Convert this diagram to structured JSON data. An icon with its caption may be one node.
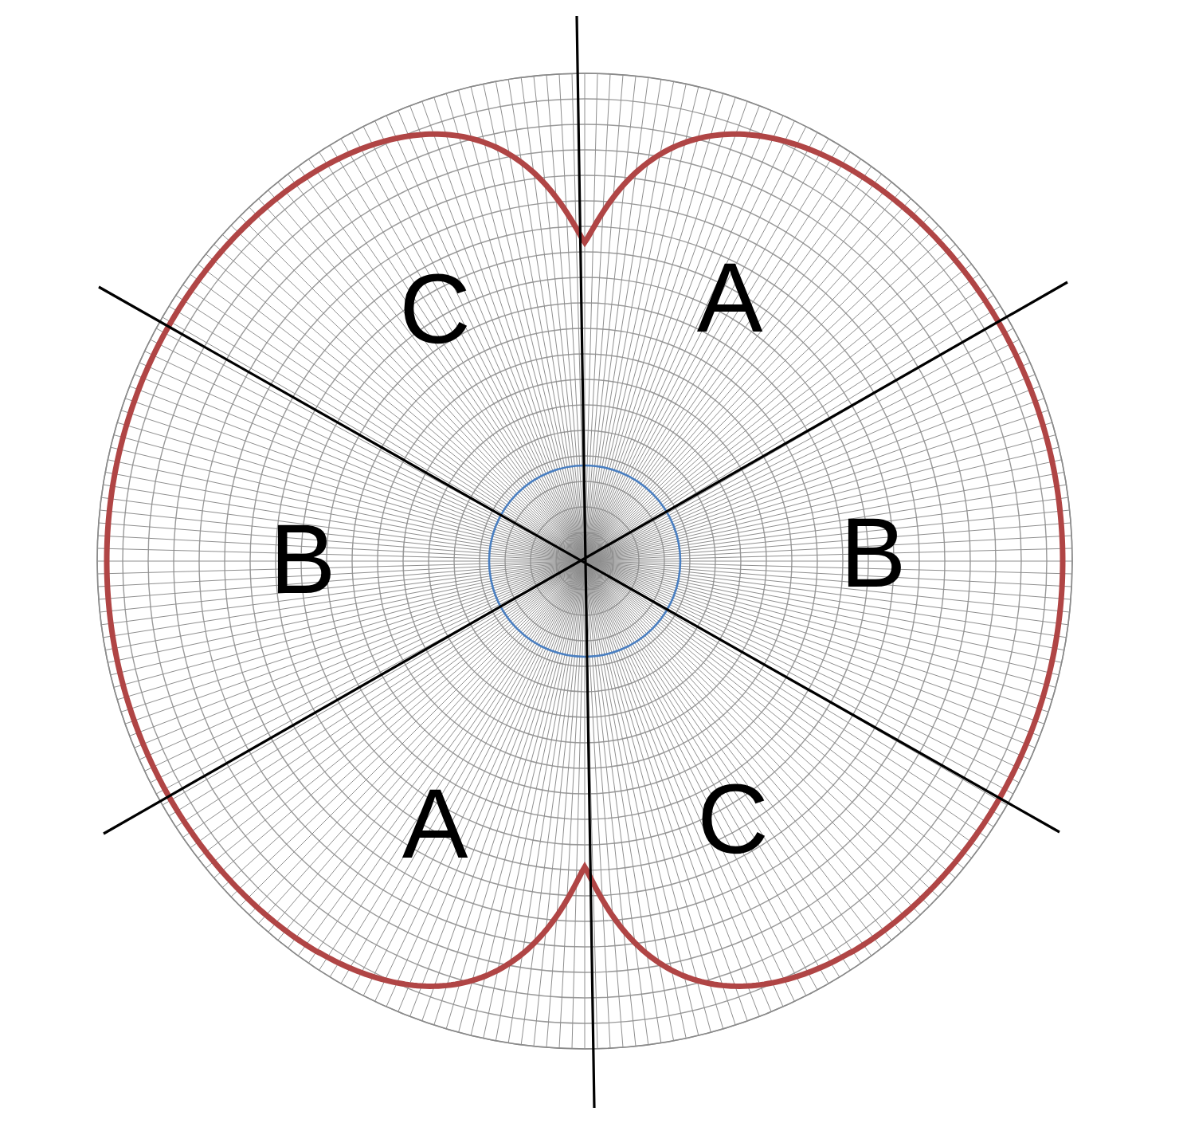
{
  "diagram": {
    "labels": [
      "C",
      "A",
      "B",
      "B",
      "A",
      "C"
    ]
  }
}
